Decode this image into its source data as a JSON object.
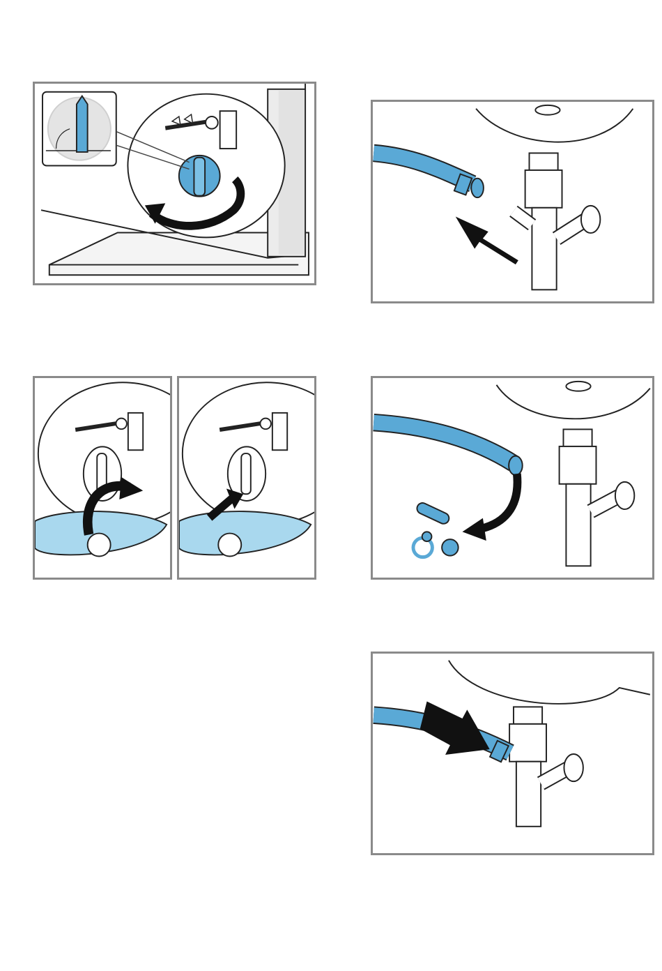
{
  "page": {
    "type": "instruction-illustrations",
    "colors": {
      "accent_blue": "#5aa9d6",
      "light_blue": "#a9d8ee",
      "dark_stroke": "#1a1a1a",
      "frame_border": "#8a8a8a",
      "appliance_fill": "#ffffff",
      "shadow_grey": "#d8d8d8"
    },
    "illustrations": [
      {
        "id": "pump-cap-turn",
        "icon": "rotate-arrow-icon"
      },
      {
        "id": "hose-remove",
        "icon": "arrow-left-icon"
      },
      {
        "id": "flap-open",
        "icon": "curved-arrow-icon"
      },
      {
        "id": "flap-close",
        "icon": "push-arrow-icon"
      },
      {
        "id": "debris-out",
        "icon": "curved-arrow-down-icon"
      },
      {
        "id": "hose-attach",
        "icon": "arrow-right-icon"
      }
    ]
  }
}
